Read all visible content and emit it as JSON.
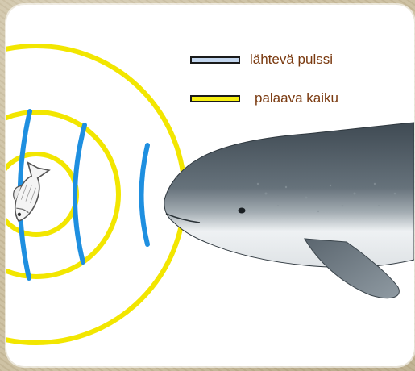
{
  "legend": {
    "items": [
      {
        "label": "lähtevä pulssi",
        "color": "#c3d6ee"
      },
      {
        "label": "palaava kaiku",
        "color": "#f7ef11"
      }
    ]
  },
  "colors": {
    "echo_rings": "#f2e600",
    "pulse_arcs": "#1e8fe0",
    "background": "#cbbf9f",
    "porpoise_back": "#556069",
    "porpoise_belly": "#eef1f3"
  },
  "icons": {
    "fish": "fish-icon",
    "animal": "porpoise-illustration"
  }
}
